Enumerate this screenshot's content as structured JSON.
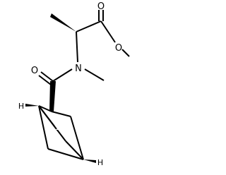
{
  "molecule": {
    "atoms": {
      "ester_carbonyl_o": "O",
      "ester_ether_o": "O",
      "amide_n": "N",
      "amide_carbonyl_o": "O",
      "bridgehead_h_left": "H",
      "bridgehead_h_right": "H"
    }
  },
  "colors": {
    "bond": "#000000",
    "background": "#ffffff"
  }
}
